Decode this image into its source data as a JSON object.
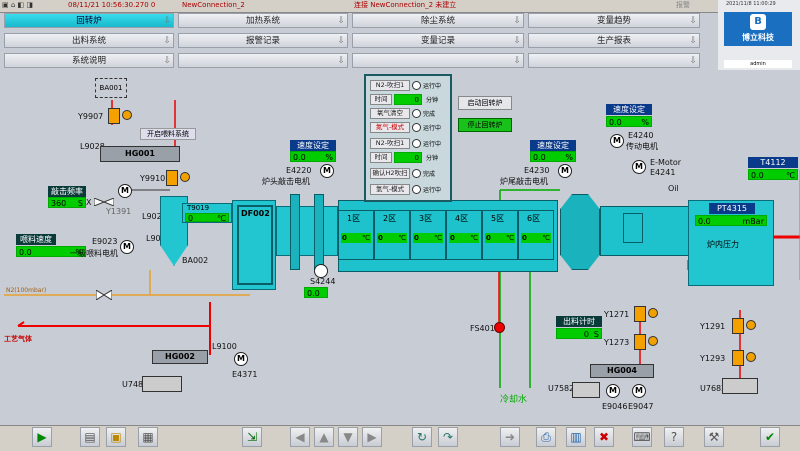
{
  "status": {
    "datetime": "08/11/21 10:56:30.270 0",
    "conn": "NewConnection_2",
    "conn_state": "连接 NewConnection_2 未建立",
    "alarm": "报警",
    "sys_time": "2021/11/8 11:00:29"
  },
  "nav": {
    "row1": [
      "回转炉",
      "加热系统",
      "除尘系统",
      "变量趋势"
    ],
    "row2": [
      "出料系统",
      "报警记录",
      "变量记录",
      "生产报表"
    ],
    "row3": [
      "系统说明"
    ]
  },
  "logo": {
    "text": "博立科技",
    "user": "admin"
  },
  "plant": {
    "BA001": "BA001",
    "Y9907": "Y9907",
    "L9028": "L9028",
    "HG001": "HG001",
    "feed_system": "开启喂料系统",
    "Y9910": "Y9910",
    "hammer_freq_label": "敲击频率",
    "hammer_freq": "360",
    "hammer_freq_unit": "S",
    "Y1391": "Y1391",
    "L9026": "L9026",
    "L9022": "L9022",
    "T9019": "T9019",
    "feed_speed_label": "喂料速度",
    "feed_speed": "0.0",
    "pct": "%",
    "E9023": "E9023",
    "feed_motor": "一级喂料电机",
    "BA002": "BA002",
    "DF002": "DF002",
    "speed_set": "速度设定",
    "speed_val": "0.0",
    "E4220": "E4220",
    "head_motor": "炉头敲击电机",
    "S4244": "S4244",
    "s4244_val": "0.0",
    "N2_line": "N2(100mbar)",
    "process_gas": "工艺气体",
    "HG002": "HG002",
    "L9100": "L9100",
    "E4371": "E4371",
    "U7482": "U7482",
    "zones": [
      "1区",
      "2区",
      "3区",
      "4区",
      "5区",
      "6区"
    ],
    "zone_val": "0",
    "deg": "℃",
    "E4230": "E4230",
    "tail_motor": "炉尾敲击电机",
    "E4240": "E4240",
    "drive_motor": "传动电机",
    "emotor": "E-Motor",
    "E4241": "E4241",
    "oil": "Oil",
    "T4112": "T4112",
    "t4112_val": "0.0",
    "PT4315": "PT4315",
    "pt_val": "0.0",
    "pt_unit": "mBar",
    "furnace_pressure": "炉内压力",
    "FS401": "FS401",
    "cooling_water": "冷却水",
    "discharge_timer": "出料计时",
    "timer_val": "0",
    "sec": "S",
    "Y1271": "Y1271",
    "Y1273": "Y1273",
    "HG004": "HG004",
    "U7582": "U7582",
    "E9046": "E9046",
    "E9047": "E9047",
    "Y1291": "Y1291",
    "Y1293": "Y1293",
    "U7682": "U7682"
  },
  "panel": {
    "rows": [
      {
        "btn": "N2-吹扫1",
        "state": "运行中"
      },
      {
        "btn": "时间",
        "val": "0",
        "unit": "分钟"
      },
      {
        "btn": "氧气清空",
        "state": "完成"
      },
      {
        "btn": "氮气-模式",
        "state": "运行中",
        "red": true
      },
      {
        "btn": "N2-吹扫1",
        "state": "运行中"
      },
      {
        "btn": "时间",
        "val": "0",
        "unit": "分钟"
      },
      {
        "btn": "确认H2吹扫",
        "state": "完成"
      },
      {
        "btn": "氢气-模式",
        "state": "运行中"
      }
    ],
    "start_btn": "启动回转炉",
    "stop_btn": "停止回转炉"
  },
  "colors": {
    "cyan": "#22c6d0",
    "green": "#00cc00",
    "red": "#e00000"
  }
}
